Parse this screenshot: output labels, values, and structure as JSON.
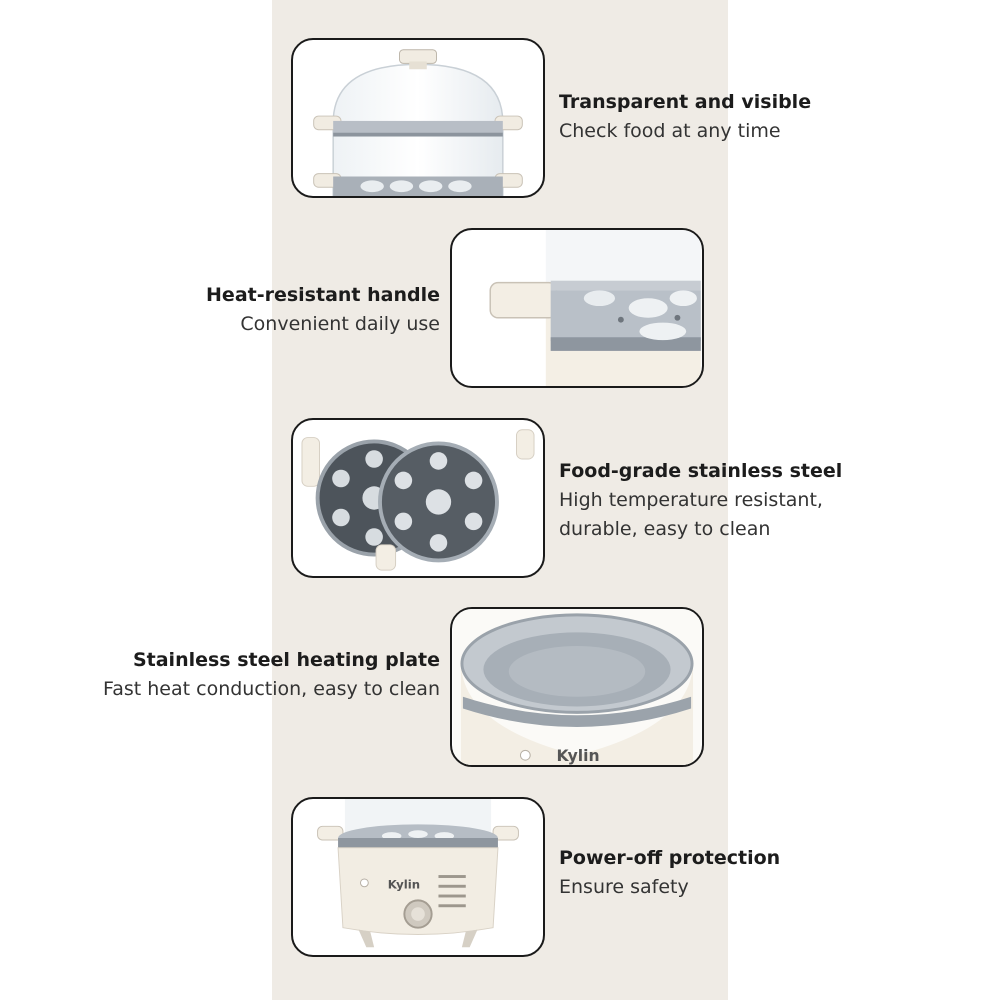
{
  "colors": {
    "center_band": "#efebe5",
    "card_border": "#1a1a1a",
    "title_text": "#1c1c1c",
    "body_text": "#333333",
    "cream_body": "#f2ede3",
    "steel": "#b8bec6"
  },
  "features": [
    {
      "title": "Transparent and visible",
      "description": "Check food at any time",
      "image_icon": "steamer-glass-lid-image"
    },
    {
      "title": "Heat-resistant handle",
      "description": "Convenient daily use",
      "image_icon": "steamer-handle-closeup-image"
    },
    {
      "title": "Food-grade stainless steel",
      "description": "High temperature resistant,\ndurable, easy to clean",
      "image_icon": "egg-trays-image"
    },
    {
      "title": "Stainless steel heating plate",
      "description": "Fast heat conduction, easy to clean",
      "image_icon": "heating-plate-image",
      "brand": "Kylin"
    },
    {
      "title": "Power-off protection",
      "description": "Ensure safety",
      "image_icon": "full-egg-cooker-image",
      "brand": "Kylin"
    }
  ]
}
